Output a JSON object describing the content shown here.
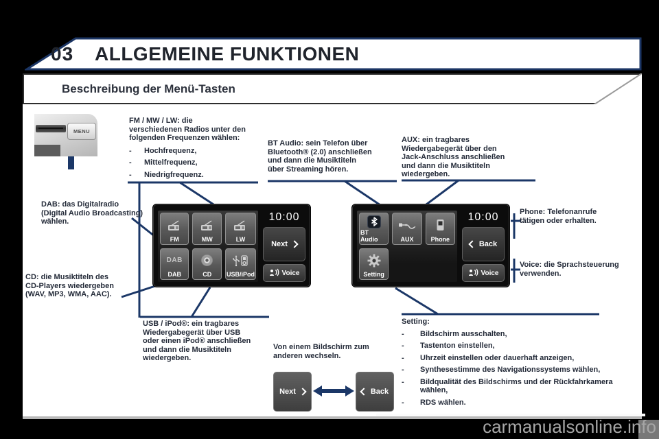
{
  "page": {
    "chapter_number": "03",
    "title": "ALLGEMEINE FUNKTIONEN",
    "section_title": "Beschreibung der Menü-Tasten",
    "watermark": "carmanualsonline.info"
  },
  "colors": {
    "accent_navy": "#1b3767",
    "annotation_text": "#242b39",
    "sheet_background": "#ffffff",
    "page_background": "#000000"
  },
  "photo": {
    "menu_key_label": "MENU"
  },
  "ann": {
    "fm": {
      "lines": [
        "FM / MW / LW: die",
        "verschiedenen Radios unter den",
        "folgenden Frequenzen wählen:"
      ],
      "bullets": [
        "Hochfrequenz,",
        "Mittelfrequenz,",
        "Niedrigfrequenz."
      ]
    },
    "bt": {
      "lines": [
        "BT Audio: sein Telefon über",
        "Bluetooth® (2.0) anschließen",
        "und dann die Musiktiteln",
        "über Streaming hören."
      ]
    },
    "aux": {
      "lines": [
        "AUX: ein tragbares",
        "Wiedergabegerät über den",
        "Jack-Anschluss anschließen",
        "und dann die Musiktiteln",
        "wiedergeben."
      ]
    },
    "dab": {
      "lines": [
        "DAB: das Digitalradio",
        "(Digital Audio Broadcasting)",
        "wählen."
      ]
    },
    "cd": {
      "lines": [
        "CD: die Musiktiteln des",
        "CD-Players wiedergeben",
        "(WAV, MP3, WMA, AAC)."
      ]
    },
    "usb": {
      "lines": [
        "USB / iPod®: ein tragbares",
        "Wiedergabegerät über USB",
        "oder einen iPod® anschließen",
        "und dann die Musiktiteln",
        "wiedergeben."
      ]
    },
    "switch": {
      "lines": [
        "Von einem Bildschirm zum",
        "anderen wechseln."
      ]
    },
    "phone": {
      "lines": [
        "Phone: Telefonanrufe",
        "tätigen oder erhalten."
      ]
    },
    "voice": {
      "lines": [
        "Voice: die Sprachsteuerung",
        "verwenden."
      ]
    },
    "setting": {
      "title": "Setting:",
      "bullets": [
        "Bildschirm ausschalten,",
        "Tastenton einstellen,",
        "Uhrzeit einstellen oder dauerhaft anzeigen,",
        "Synthesestimme des Navigationssystems wählen,",
        "Bildqualität des Bildschirms und der Rückfahrkamera wählen,",
        "RDS wählen."
      ]
    }
  },
  "radio_screen": {
    "clock": "10:00",
    "buttons": [
      "FM",
      "MW",
      "LW",
      "DAB",
      "CD",
      "USB/iPod"
    ],
    "nav_label": "Next",
    "voice_label": "Voice"
  },
  "media_screen": {
    "clock": "10:00",
    "buttons": [
      "BT Audio",
      "AUX",
      "Phone",
      "Setting"
    ],
    "nav_label": "Back",
    "voice_label": "Voice"
  },
  "switcher": {
    "next_label": "Next",
    "back_label": "Back"
  }
}
